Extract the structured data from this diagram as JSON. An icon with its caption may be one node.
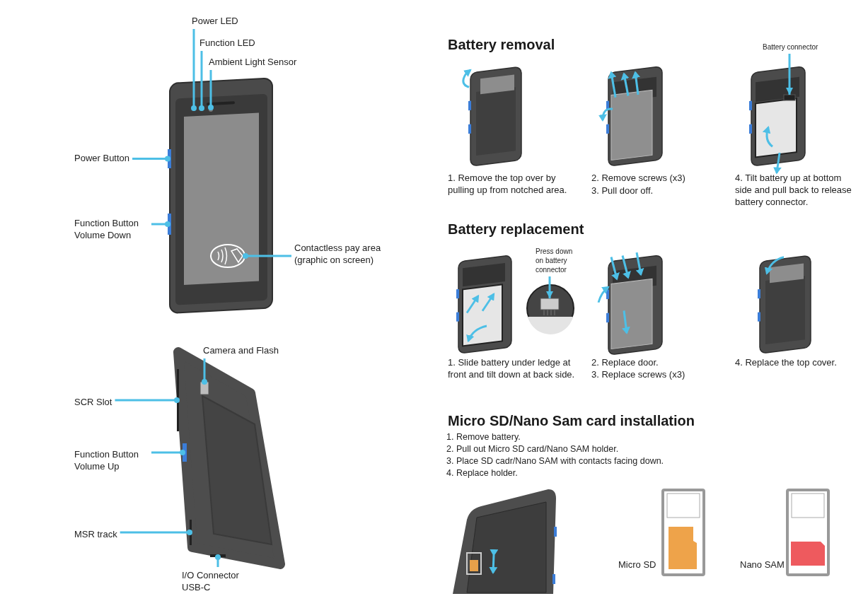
{
  "diagram": {
    "nodes": [
      {
        "text": [
          "Power LED"
        ]
      },
      {
        "text": [
          "Function LED"
        ]
      },
      {
        "text": [
          "Ambient Light Sensor"
        ]
      },
      {
        "text": [
          "Power Button"
        ]
      },
      {
        "text": [
          "Function Button Volume Down"
        ]
      },
      {
        "text": [
          "Contactless pay area (graphic on screen)"
        ]
      },
      {
        "text": [
          "Camera and Flash"
        ]
      },
      {
        "text": [
          "SCR Slot"
        ]
      },
      {
        "text": [
          "Function Button Volume Up"
        ]
      },
      {
        "text": [
          "MSR track"
        ]
      },
      {
        "text": [
          "I/O Connector USB-C"
        ]
      },
      {
        "text": [
          "Battery connector"
        ]
      },
      {
        "text": [
          "Press down on battery connector"
        ]
      },
      {
        "text": [],
        "shape": "circle"
      },
      {
        "text": [],
        "shape": "circle"
      },
      {
        "text": [],
        "shape": "circle"
      },
      {
        "text": [],
        "shape": "bar"
      },
      {
        "text": [],
        "shape": "bar"
      },
      {
        "text": [],
        "shape": "picture"
      },
      {
        "text": [],
        "shape": "box"
      },
      {
        "text": [],
        "shape": "bar"
      },
      {
        "text": [],
        "shape": "bar"
      },
      {
        "text": [],
        "shape": "bar"
      },
      {
        "text": [],
        "shape": "bar"
      },
      {
        "text": [],
        "shape": "box"
      },
      {
        "text": [],
        "shape": "box"
      }
    ],
    "edges": [
      {
        "from": 0,
        "to": 13,
        "arrow": "other"
      },
      {
        "from": 1,
        "to": 14,
        "arrow": "other"
      },
      {
        "from": 2,
        "to": 15,
        "arrow": "other"
      },
      {
        "from": 3,
        "to": 16,
        "arrow": "other"
      },
      {
        "from": 4,
        "to": 17,
        "arrow": "other"
      },
      {
        "from": 5,
        "to": 18,
        "arrow": "other"
      },
      {
        "from": 6,
        "to": 19,
        "arrow": "other"
      },
      {
        "from": 7,
        "to": 20,
        "arrow": "other"
      },
      {
        "from": 8,
        "to": 21,
        "arrow": "other"
      },
      {
        "from": 9,
        "to": 22,
        "arrow": "other"
      },
      {
        "from": 10,
        "to": 23,
        "arrow": "other"
      },
      {
        "from": 11,
        "to": 24,
        "arrow": "to"
      },
      {
        "from": 12,
        "to": 25,
        "arrow": "to"
      }
    ],
    "labels": [
      "Battery removal",
      "1. Remove the top over by pulling up from notched area.",
      "2. Remove screws (x3)",
      "3. Pull door off.",
      "4. Tilt battery up at bottom side and pull back to release battery connector.",
      "Battery replacement",
      "1. Slide battery under ledge at front and tilt down at back side.",
      "2. Replace door.",
      "3. Replace screws (x3)",
      "4. Replace the top cover.",
      "Micro SD/Nano Sam card installation",
      "1. Remove battery.",
      "2. Pull out Micro SD card/Nano SAM holder.",
      "3. Place SD cadr/Nano SAM with contacts facing down.",
      "4. Replace holder.",
      "Micro SD",
      "Nano SAM"
    ]
  }
}
